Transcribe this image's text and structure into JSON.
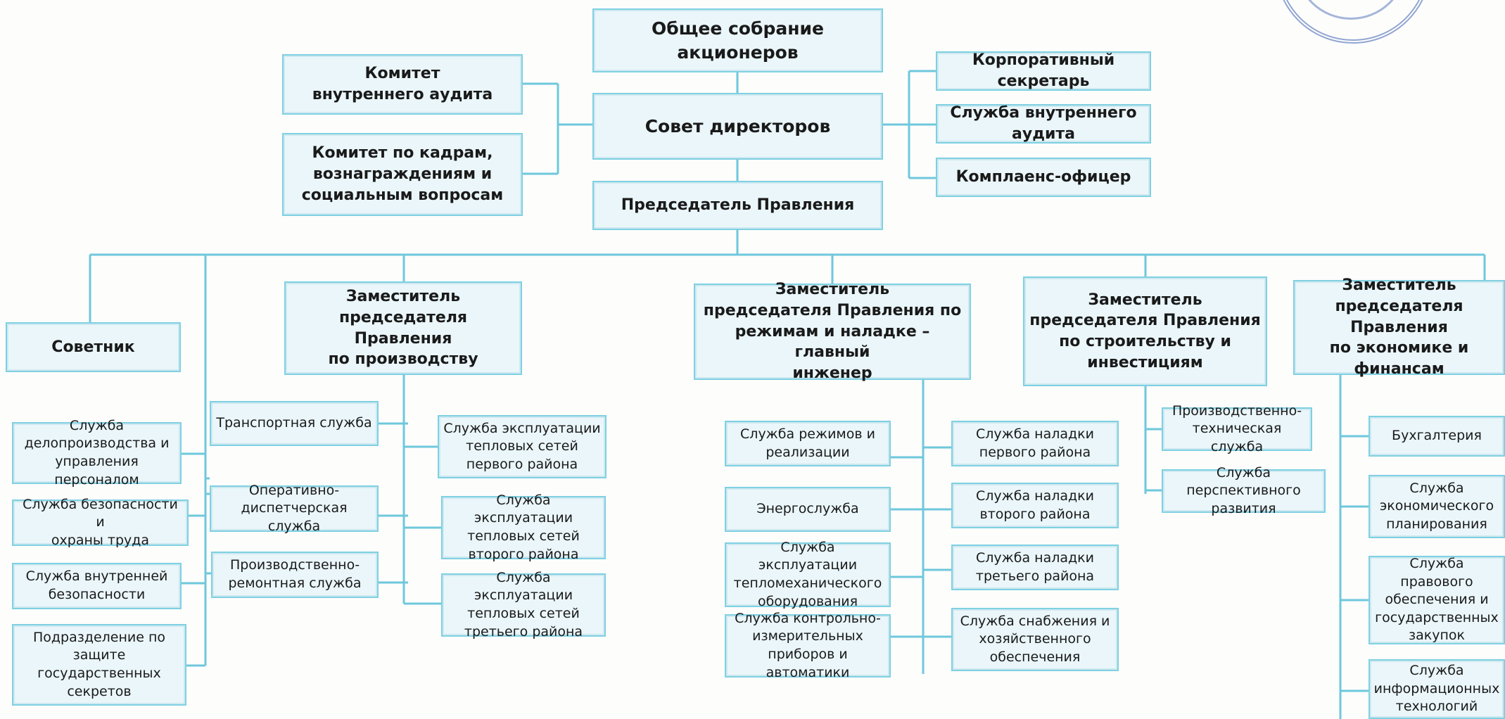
{
  "top": {
    "shareholders": "Общее собрание акционеров",
    "board": "Совет директоров",
    "chairman": "Председатель Правления"
  },
  "left_committees": {
    "audit": "Комитет\nвнутреннего аудита",
    "hr": "Комитет по кадрам,\nвознаграждениям и\nсоциальным вопросам"
  },
  "right_board": {
    "secretary": "Корпоративный секретарь",
    "internal_audit": "Служба внутреннего аудита",
    "compliance": "Комплаенс-офицер"
  },
  "adviser": {
    "title": "Советник",
    "units": [
      "Служба\nделопроизводства и\nуправления персоналом",
      "Служба безопасности и\nохраны труда",
      "Служба внутренней\nбезопасности",
      "Подразделение по\nзащите\nгосударственных\nсекретов"
    ]
  },
  "deputy_production": {
    "title": "Заместитель\nпредседателя Правления\nпо производству",
    "left_units": [
      "Транспортная служба",
      "Оперативно-\nдиспетчерская служба",
      "Производственно-\nремонтная служба"
    ],
    "right_units": [
      "Служба эксплуатации\nтепловых сетей\nпервого района",
      "Служба эксплуатации\nтепловых сетей\nвторого района",
      "Служба эксплуатации\nтепловых сетей\nтретьего района"
    ]
  },
  "deputy_engineer": {
    "title": "Заместитель\nпредседателя Правления по\nрежимам и наладке – главный\nинженер",
    "left_units": [
      "Служба режимов и\nреализации",
      "Энергослужба",
      "Служба эксплуатации\nтепломеханического\nоборудования",
      "Служба контрольно-\nизмерительных\nприборов и автоматики"
    ],
    "right_units": [
      "Служба наладки\nпервого района",
      "Служба наладки\nвторого района",
      "Служба наладки\nтретьего района",
      "Служба снабжения и\nхозяйственного\nобеспечения"
    ]
  },
  "deputy_construction": {
    "title": "Заместитель\nпредседателя Правления\nпо строительству и\nинвестициям",
    "units": [
      "Производственно-\nтехническая служба",
      "Служба перспективного\nразвития"
    ]
  },
  "deputy_finance": {
    "title": "Заместитель\nпредседателя Правления\nпо экономике и финансам",
    "units": [
      "Бухгалтерия",
      "Служба\nэкономического\nпланирования",
      "Служба правового\nобеспечения и\nгосударственных\nзакупок",
      "Служба\nинформационных\nтехнологий"
    ]
  },
  "colors": {
    "box_fill": "#eaf6fa",
    "box_border": "#7fd0e2",
    "connector": "#6ec8dc",
    "seal": "#3a5fb0"
  }
}
